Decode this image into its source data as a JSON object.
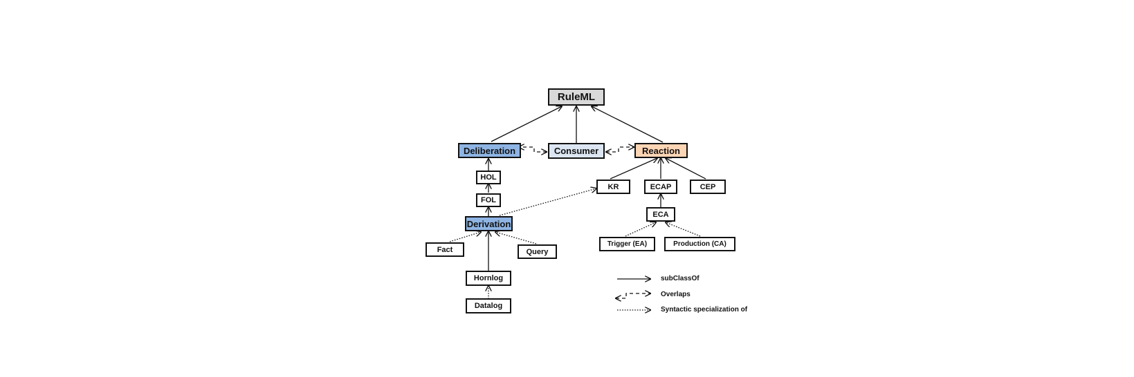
{
  "nodes": {
    "ruleml": "RuleML",
    "deliberation": "Deliberation",
    "consumer": "Consumer",
    "reaction": "Reaction",
    "hol": "HOL",
    "fol": "FOL",
    "derivation": "Derivation",
    "fact": "Fact",
    "query": "Query",
    "hornlog": "Hornlog",
    "datalog": "Datalog",
    "kr": "KR",
    "ecap": "ECAP",
    "cep": "CEP",
    "eca": "ECA",
    "trigger": "Trigger (EA)",
    "production": "Production (CA)"
  },
  "legend": {
    "subclass": "subClassOf",
    "overlaps": "Overlaps",
    "syntactic": "Syntactic specialization of"
  },
  "colors": {
    "ruleml_fill": "#d9d9d9",
    "blue_fill": "#8eb4e3",
    "consumer_fill": "#dce6f2",
    "reaction_fill": "#fcd5b5",
    "line": "#111111"
  }
}
